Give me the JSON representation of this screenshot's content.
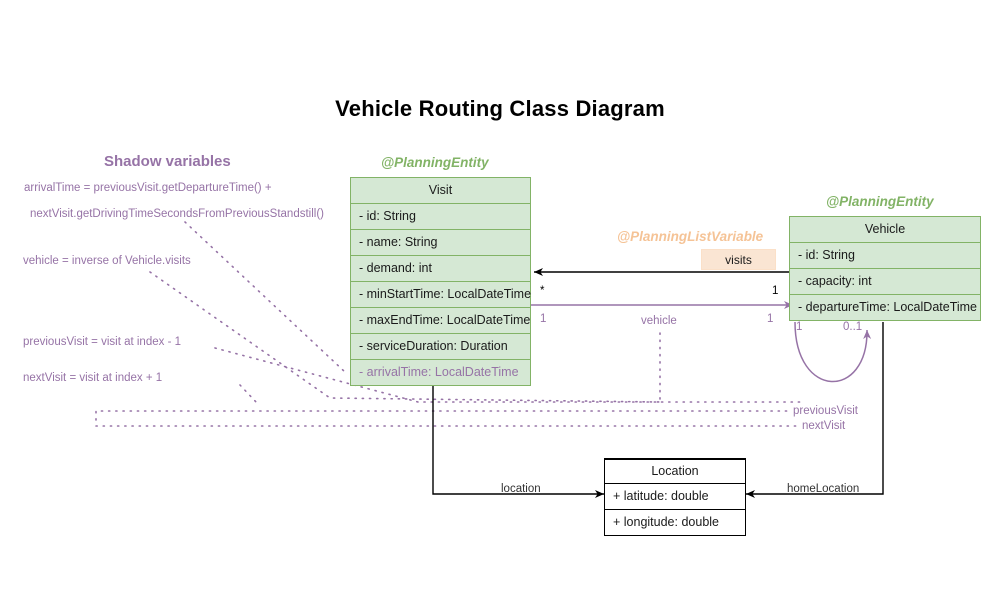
{
  "title": "Vehicle Routing Class Diagram",
  "colors": {
    "entity_fill": "#d5e8d4",
    "entity_stroke": "#82b366",
    "shadow_purple": "#9673a6",
    "listvar_orange": "#f5c396",
    "badge_fill": "#fae5d3",
    "plain_stroke": "#000000"
  },
  "stereotypes": {
    "visit": "@PlanningEntity",
    "vehicle": "@PlanningEntity",
    "list_variable": "@PlanningListVariable"
  },
  "shadow_panel": {
    "heading": "Shadow variables",
    "notes": [
      "arrivalTime = previousVisit.getDepartureTime() +",
      "nextVisit.getDrivingTimeSecondsFromPreviousStandstill()",
      "vehicle = inverse of Vehicle.visits",
      "previousVisit = visit at index - 1",
      "nextVisit = visit at index + 1"
    ]
  },
  "classes": {
    "visit": {
      "name": "Visit",
      "attributes": [
        {
          "text": "- id: String",
          "shadow": false
        },
        {
          "text": "- name: String",
          "shadow": false
        },
        {
          "text": "- demand: int",
          "shadow": false
        },
        {
          "text": "- minStartTime: LocalDateTime",
          "shadow": false
        },
        {
          "text": "- maxEndTime: LocalDateTime",
          "shadow": false
        },
        {
          "text": "- serviceDuration: Duration",
          "shadow": false
        },
        {
          "text": "- arrivalTime: LocalDateTime",
          "shadow": true
        }
      ]
    },
    "vehicle": {
      "name": "Vehicle",
      "attributes": [
        {
          "text": "- id: String",
          "shadow": false
        },
        {
          "text": "- capacity: int",
          "shadow": false
        },
        {
          "text": "- departureTime: LocalDateTime",
          "shadow": false
        }
      ]
    },
    "location": {
      "name": "Location",
      "attributes": [
        {
          "text": "+ latitude: double",
          "shadow": false
        },
        {
          "text": "+ longitude: double",
          "shadow": false
        }
      ]
    }
  },
  "associations": {
    "visits": {
      "badge": "visits",
      "source_mult": "1",
      "target_mult": "*"
    },
    "vehicle": {
      "label": "vehicle",
      "source_mult": "1",
      "target_mult": "1"
    },
    "chain": {
      "previous_label": "previousVisit",
      "next_label": "nextVisit",
      "loop_left_mult": "1",
      "loop_right_mult": "0..1"
    },
    "location": {
      "label": "location"
    },
    "home_location": {
      "label": "homeLocation"
    }
  }
}
